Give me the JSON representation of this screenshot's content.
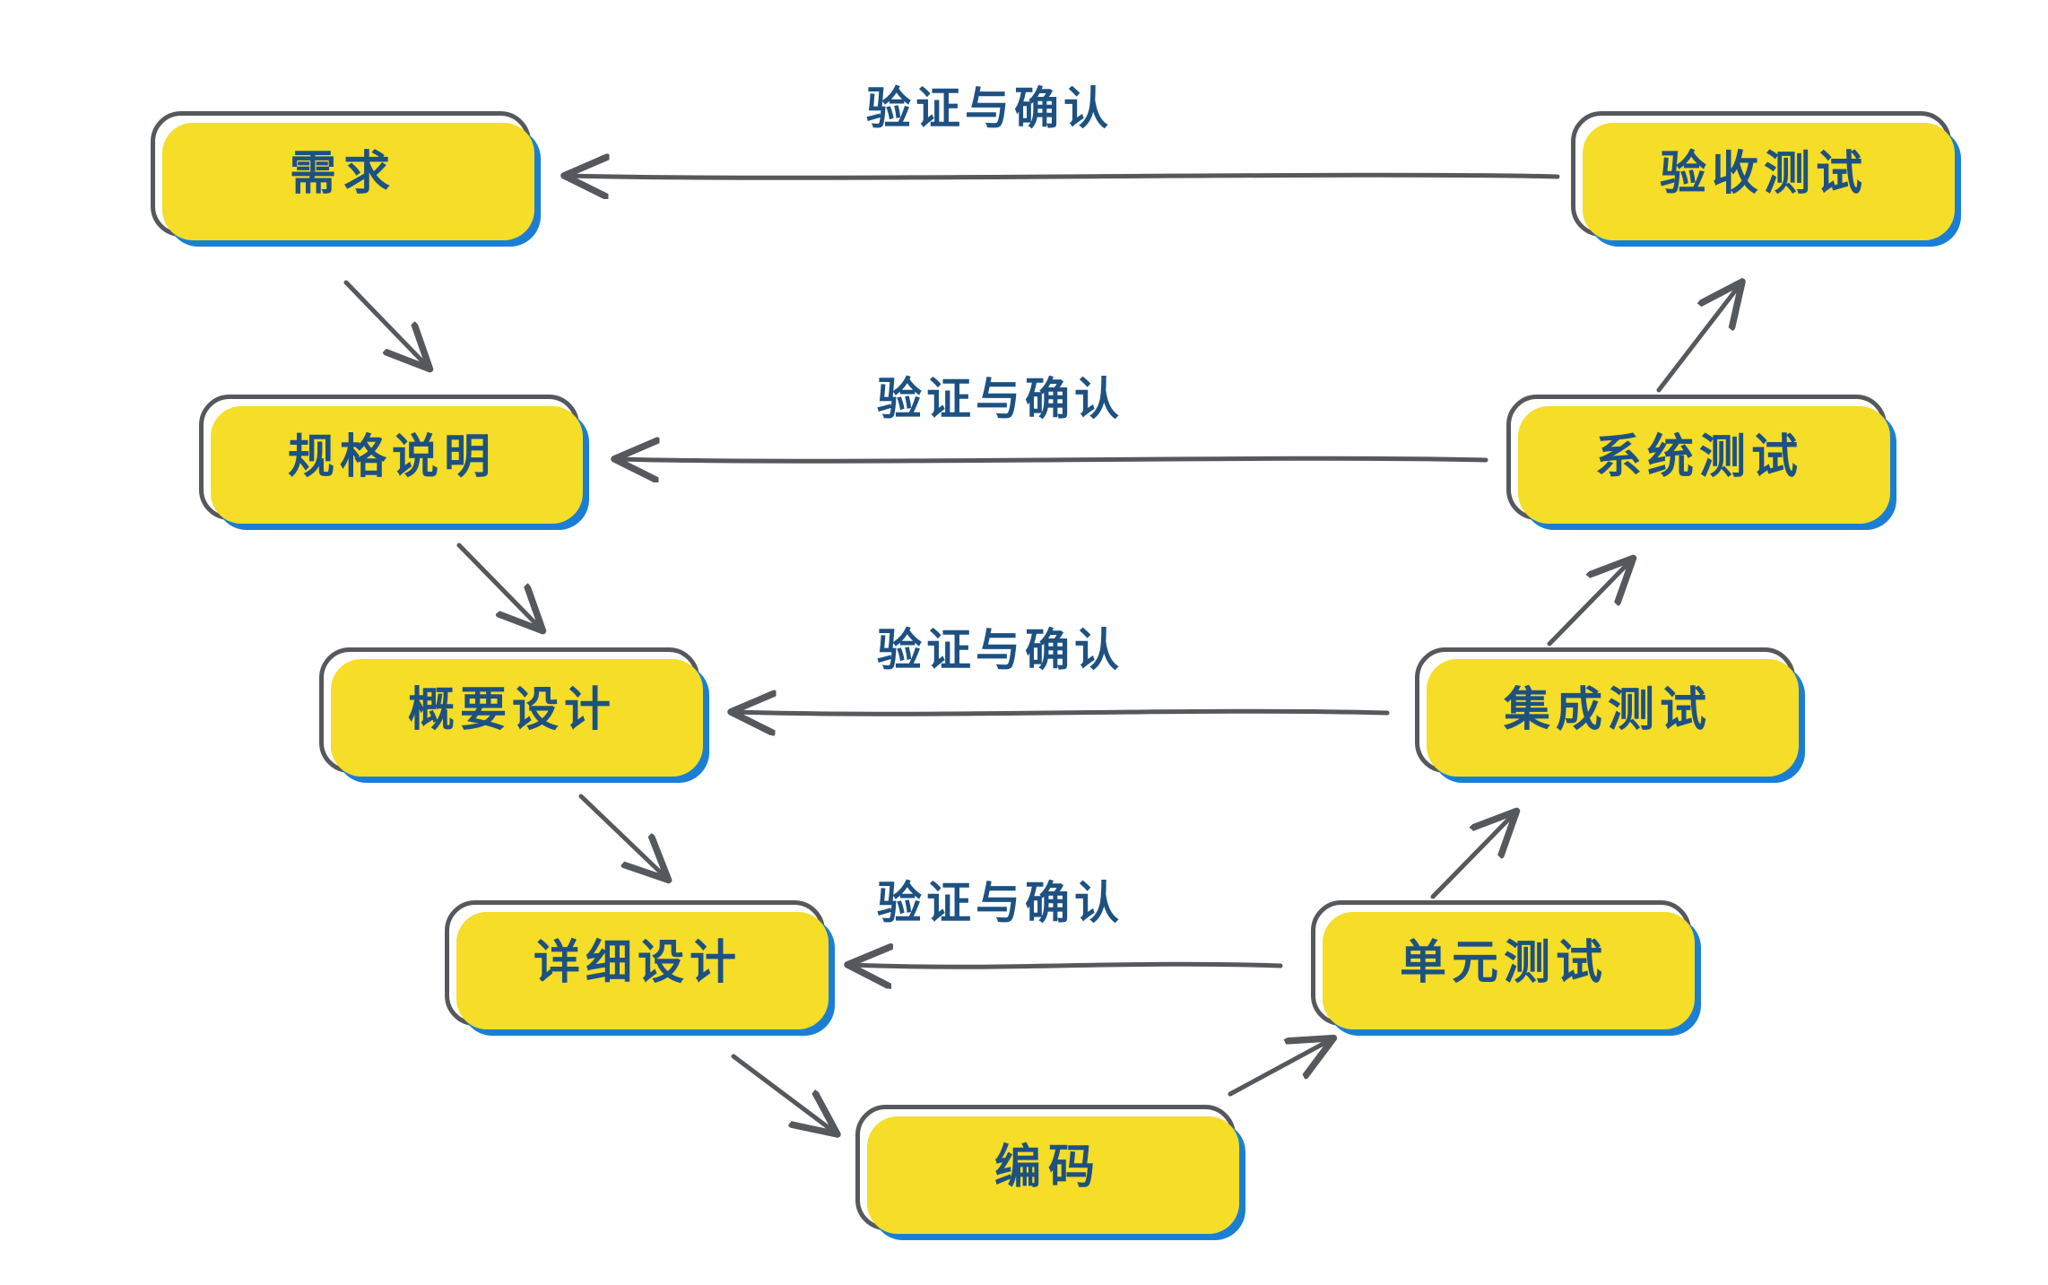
{
  "diagram": {
    "type": "v-model",
    "title_visible": false,
    "colors": {
      "box_border": "#55585c",
      "box_fill": "#ffffff",
      "text": "#1d5182",
      "shadow_yellow": "#f5dd28",
      "shadow_blue": "#1a7fd4",
      "arrow": "#55585c",
      "background": "#ffffff"
    },
    "left_branch": {
      "name": "development-phases",
      "nodes": [
        {
          "id": "requirements",
          "label": "需求"
        },
        {
          "id": "specification",
          "label": "规格说明"
        },
        {
          "id": "outline-design",
          "label": "概要设计"
        },
        {
          "id": "detailed-design",
          "label": "详细设计"
        }
      ]
    },
    "bottom": {
      "name": "implementation",
      "nodes": [
        {
          "id": "coding",
          "label": "编码"
        }
      ]
    },
    "right_branch": {
      "name": "testing-phases",
      "nodes": [
        {
          "id": "acceptance-test",
          "label": "验收测试"
        },
        {
          "id": "system-test",
          "label": "系统测试"
        },
        {
          "id": "integration-test",
          "label": "集成测试"
        },
        {
          "id": "unit-test",
          "label": "单元测试"
        }
      ]
    },
    "cross_links": [
      {
        "id": "vv-1",
        "label": "验证与确认",
        "from": "acceptance-test",
        "to": "requirements"
      },
      {
        "id": "vv-2",
        "label": "验证与确认",
        "from": "system-test",
        "to": "specification"
      },
      {
        "id": "vv-3",
        "label": "验证与确认",
        "from": "integration-test",
        "to": "outline-design"
      },
      {
        "id": "vv-4",
        "label": "验证与确认",
        "from": "unit-test",
        "to": "detailed-design"
      }
    ],
    "flow_links": [
      {
        "id": "flow-1",
        "from": "requirements",
        "to": "specification"
      },
      {
        "id": "flow-2",
        "from": "specification",
        "to": "outline-design"
      },
      {
        "id": "flow-3",
        "from": "outline-design",
        "to": "detailed-design"
      },
      {
        "id": "flow-4",
        "from": "detailed-design",
        "to": "coding"
      },
      {
        "id": "flow-5",
        "from": "coding",
        "to": "unit-test"
      },
      {
        "id": "flow-6",
        "from": "unit-test",
        "to": "integration-test"
      },
      {
        "id": "flow-7",
        "from": "integration-test",
        "to": "system-test"
      },
      {
        "id": "flow-8",
        "from": "system-test",
        "to": "acceptance-test"
      }
    ]
  }
}
